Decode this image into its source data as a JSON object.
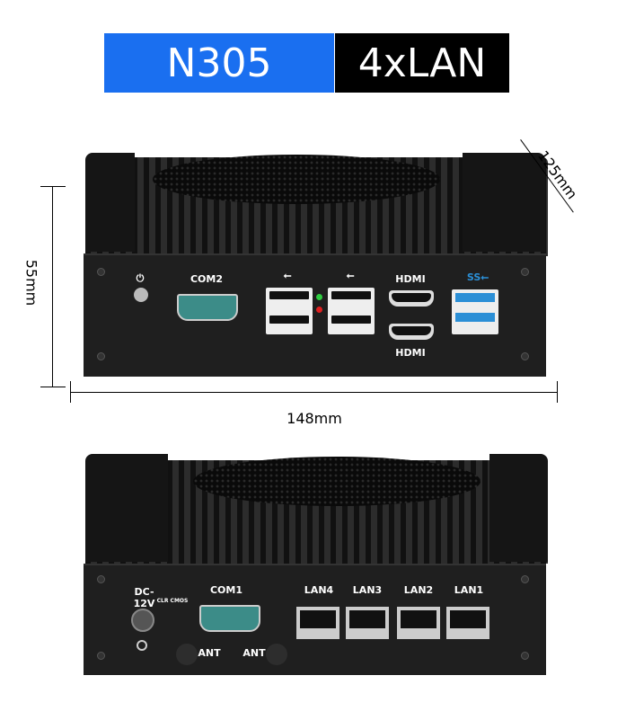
{
  "banner": {
    "model": "N305",
    "lan": "4xLAN",
    "model_bg": "#1a6ff0",
    "lan_bg": "#000000"
  },
  "dimensions": {
    "depth": "125mm",
    "height": "55mm",
    "width": "148mm"
  },
  "front_panel": {
    "power_icon": "power-icon",
    "com": "COM2",
    "usb_icon": "usb-icon",
    "hdmi_top": "HDMI",
    "hdmi_bottom": "HDMI",
    "usb3_icon": "SS-usb-icon",
    "leds": [
      "#2ecc40",
      "#e02020",
      "#888888"
    ]
  },
  "rear_panel": {
    "power": "DC-12V",
    "clr_cmos": "CLR CMOS",
    "com": "COM1",
    "ant_left": "ANT",
    "ant_right": "ANT",
    "lan": [
      "LAN4",
      "LAN3",
      "LAN2",
      "LAN1"
    ]
  }
}
